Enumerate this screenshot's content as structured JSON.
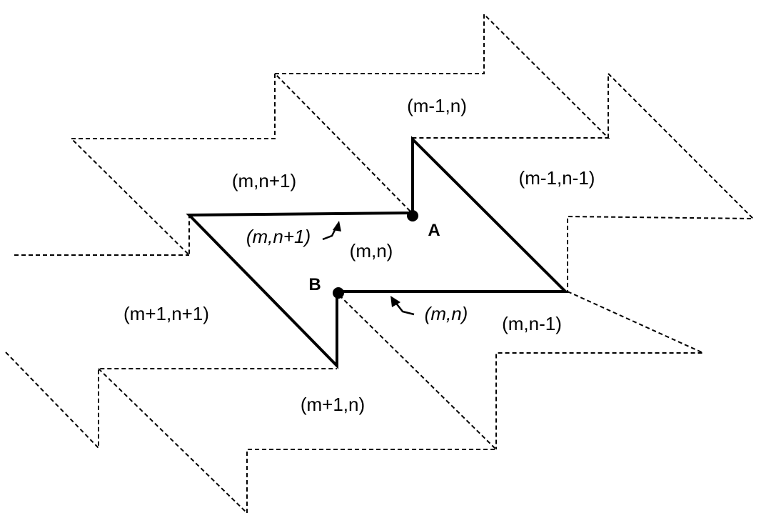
{
  "labels": {
    "m_minus1_n": "(m-1,n)",
    "m_n_plus1": "(m,n+1)",
    "m_minus1_n_minus1": "(m-1,n-1)",
    "m_n_center": "(m,n)",
    "m_plus1_n_plus1": "(m+1,n+1)",
    "m_n_minus1": "(m,n-1)",
    "m_plus1_n": "(m+1,n)",
    "edge_top": "(m,n+1)",
    "edge_bottom": "(m,n)"
  },
  "points": {
    "a": "A",
    "b": "B"
  }
}
